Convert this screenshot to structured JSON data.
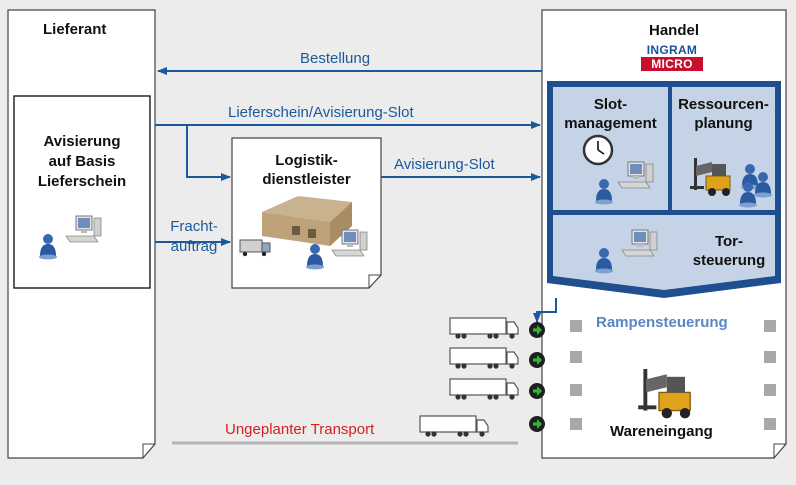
{
  "lieferant": {
    "title": "Lieferant",
    "box_title": "Avisierung\nauf Basis\nLieferschein"
  },
  "handel": {
    "title": "Handel",
    "logo_top": "INGRAM",
    "logo_bottom": "MICRO",
    "slot": "Slot-\nmanagement",
    "ressourcen": "Ressourcen-\nplanung",
    "tor": "Tor-\nsteuerung",
    "rampe": "Rampensteuerung",
    "wareneingang": "Wareneingang"
  },
  "logistik": {
    "title": "Logistik-\ndienstleister"
  },
  "arrows": {
    "bestellung": "Bestellung",
    "lieferschein": "Lieferschein/Avisierung-Slot",
    "avisierung": "Avisierung-Slot",
    "fracht": "Fracht-\nauftrag",
    "ungeplant": "Ungeplanter Transport"
  },
  "colors": {
    "blue": "#1a5a9c",
    "panel": "#c5d3e6",
    "red": "#d42020",
    "green": "#2eb82e"
  },
  "icons": [
    "user-icon",
    "computer-icon",
    "clock-icon",
    "forklift-icon",
    "warehouse-icon",
    "truck-icon",
    "go-arrow-icon"
  ]
}
